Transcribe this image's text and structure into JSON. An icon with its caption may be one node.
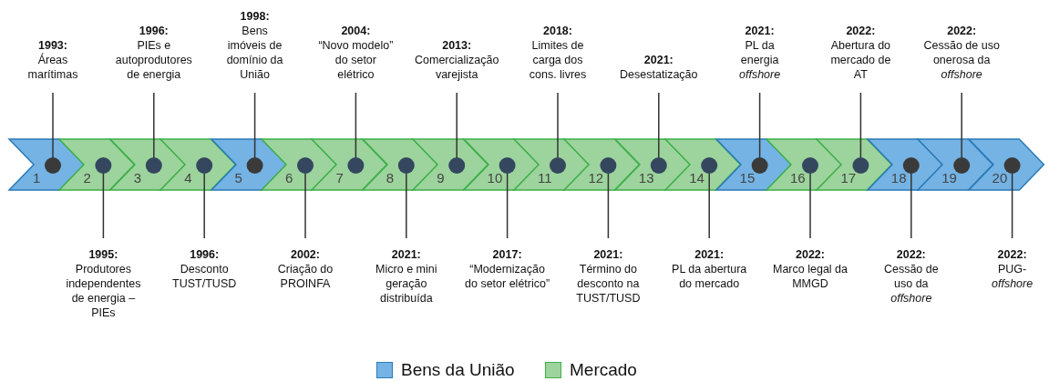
{
  "diagram": {
    "nodes": [
      {
        "text": [
          "1"
        ]
      },
      {
        "text": [
          "2"
        ]
      },
      {
        "text": [
          "3"
        ]
      },
      {
        "text": [
          "4"
        ]
      },
      {
        "text": [
          "5"
        ]
      },
      {
        "text": [
          "6"
        ]
      },
      {
        "text": [
          "7"
        ]
      },
      {
        "text": [
          "8"
        ]
      },
      {
        "text": [
          "9"
        ]
      },
      {
        "text": [
          "10"
        ]
      },
      {
        "text": [
          "11"
        ]
      },
      {
        "text": [
          "12"
        ]
      },
      {
        "text": [
          "13"
        ]
      },
      {
        "text": [
          "14"
        ]
      },
      {
        "text": [
          "15"
        ]
      },
      {
        "text": [
          "16"
        ]
      },
      {
        "text": [
          "17"
        ]
      },
      {
        "text": [
          "18"
        ]
      },
      {
        "text": [
          "19"
        ]
      },
      {
        "text": [
          "20"
        ]
      },
      {
        "text": [
          "1993:",
          "Áreas marítimas"
        ]
      },
      {
        "text": [
          "1995:",
          "Produtores independentes de energia – PIEs"
        ]
      },
      {
        "text": [
          "1996:",
          "PIEs e autoprodutores de energia"
        ]
      },
      {
        "text": [
          "1996:",
          "Desconto TUST/TUSD"
        ]
      },
      {
        "text": [
          "1998:",
          "Bens imóveis de domínio da União"
        ]
      },
      {
        "text": [
          "2002:",
          "Criação do PROINFA"
        ]
      },
      {
        "text": [
          "2004:",
          "“Novo modelo” do setor elétrico"
        ]
      },
      {
        "text": [
          "2021:",
          "Micro e mini geração distribuída"
        ]
      },
      {
        "text": [
          "2013:",
          "Comercialização varejista"
        ]
      },
      {
        "text": [
          "2017:",
          "“Modernização do setor elétrico”"
        ]
      },
      {
        "text": [
          "2018:",
          "Limites de carga dos cons. livres"
        ]
      },
      {
        "text": [
          "2021:",
          "Término do desconto na TUST/TUSD"
        ]
      },
      {
        "text": [
          "2021:",
          "Desestatização"
        ]
      },
      {
        "text": [
          "2021:",
          "PL da abertura do mercado"
        ]
      },
      {
        "text": [
          "2021:",
          "PL da energia *offshore*"
        ]
      },
      {
        "text": [
          "2022:",
          "Marco legal da MMGD"
        ]
      },
      {
        "text": [
          "2022:",
          "Abertura do mercado de AT"
        ]
      },
      {
        "text": [
          "2022:",
          "Cessão de uso da *offshore*"
        ]
      },
      {
        "text": [
          "2022:",
          "Cessão de uso onerosa da *offshore*"
        ]
      },
      {
        "text": [
          "2022:",
          "PUG- *offshore*"
        ]
      }
    ],
    "edges": [
      {
        "from": 20,
        "to": 0,
        "arrow": "other"
      },
      {
        "from": 21,
        "to": 1,
        "arrow": "other"
      },
      {
        "from": 22,
        "to": 2,
        "arrow": "other"
      },
      {
        "from": 23,
        "to": 3,
        "arrow": "other"
      },
      {
        "from": 24,
        "to": 4,
        "arrow": "other"
      },
      {
        "from": 25,
        "to": 5,
        "arrow": "other"
      },
      {
        "from": 26,
        "to": 6,
        "arrow": "other"
      },
      {
        "from": 27,
        "to": 7,
        "arrow": "other"
      },
      {
        "from": 28,
        "to": 8,
        "arrow": "other"
      },
      {
        "from": 29,
        "to": 9,
        "arrow": "other"
      },
      {
        "from": 30,
        "to": 10,
        "arrow": "other"
      },
      {
        "from": 31,
        "to": 11,
        "arrow": "other"
      },
      {
        "from": 32,
        "to": 12,
        "arrow": "other"
      },
      {
        "from": 33,
        "to": 13,
        "arrow": "other"
      },
      {
        "from": 34,
        "to": 14,
        "arrow": "other"
      },
      {
        "from": 35,
        "to": 15,
        "arrow": "other"
      },
      {
        "from": 36,
        "to": 16,
        "arrow": "other"
      },
      {
        "from": 37,
        "to": 17,
        "arrow": "other"
      },
      {
        "from": 38,
        "to": 18,
        "arrow": "other"
      },
      {
        "from": 39,
        "to": 19,
        "arrow": "other"
      }
    ],
    "legend": [
      {
        "text": "Bens da União",
        "color": "#74b3e4"
      },
      {
        "text": "Mercado",
        "color": "#9dd39d"
      }
    ]
  }
}
